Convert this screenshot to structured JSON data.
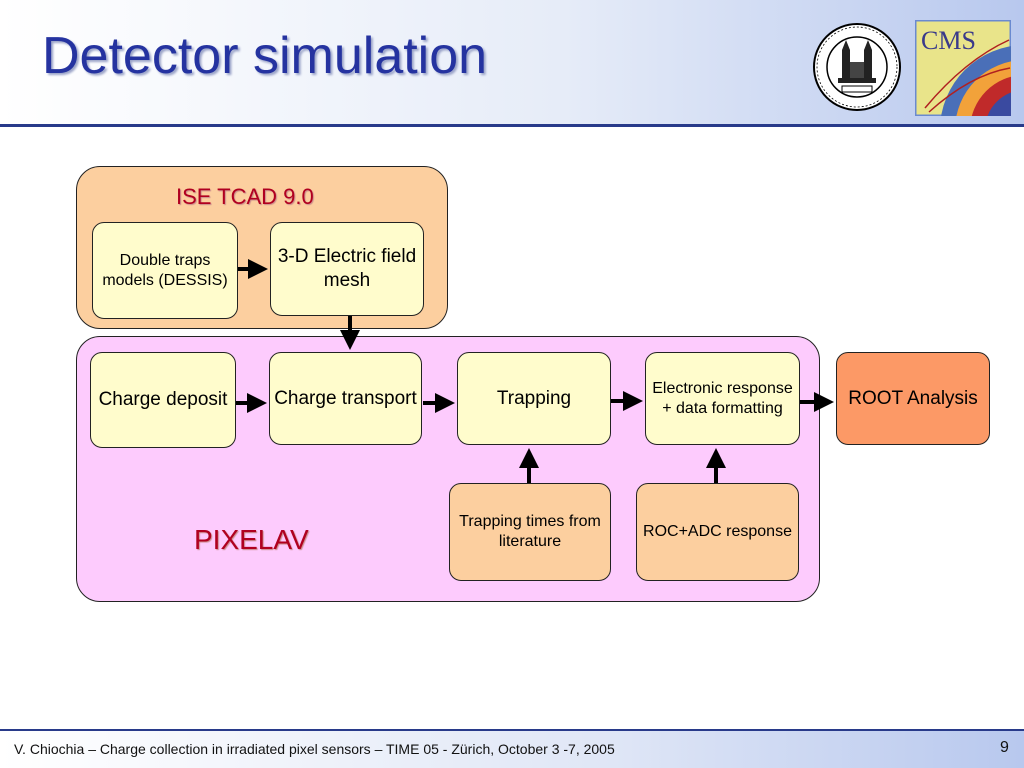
{
  "title": "Detector simulation",
  "logos": {
    "university_seal_icon": "university-seal",
    "cms_logo_text": "CMS"
  },
  "groups": {
    "tcad": {
      "label": "ISE TCAD 9.0"
    },
    "pixelav": {
      "label": "PIXELAV"
    }
  },
  "boxes": {
    "double_traps": "Double traps models (DESSIS)",
    "electric_field": "3-D Electric field mesh",
    "charge_deposit": "Charge deposit",
    "charge_transport": "Charge transport",
    "trapping": "Trapping",
    "electronic_response": "Electronic response + data formatting",
    "root_analysis": "ROOT Analysis",
    "trapping_times": "Trapping times from literature",
    "roc_adc": "ROC+ADC response"
  },
  "footer": {
    "text": "V. Chiochia – Charge collection in irradiated pixel sensors – TIME 05 - Zürich, October 3 -7, 2005",
    "page": "9"
  },
  "colors": {
    "title": "#2533a0",
    "group_label": "#b00020",
    "tcad_fill": "#fccf9f",
    "pixelav_fill": "#fdcbfd",
    "process_box": "#fffccc",
    "input_box": "#fccf9f",
    "output_box": "#fc9966"
  }
}
